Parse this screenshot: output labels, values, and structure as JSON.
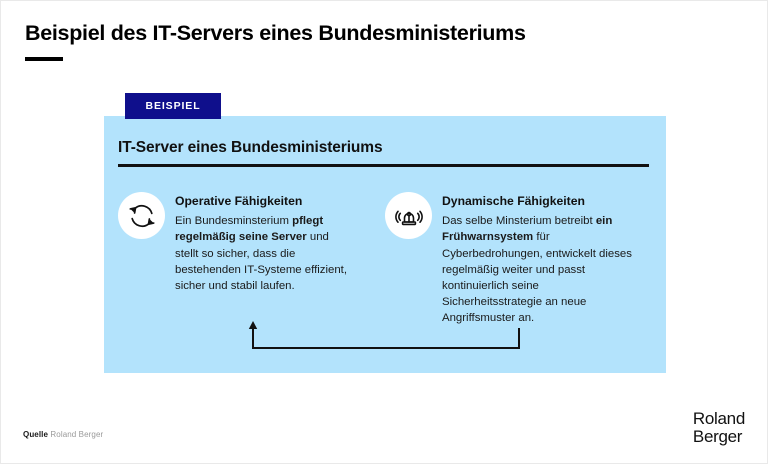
{
  "slide": {
    "title": "Beispiel des IT-Servers eines Bundesministeriums"
  },
  "badge": {
    "label": "BEISPIEL"
  },
  "panel": {
    "heading": "IT-Server eines Bundesministeriums",
    "background_color": "#b3e3fc",
    "capabilities": [
      {
        "icon": "sync-arrows-icon",
        "title": "Operative Fähigkeiten",
        "text_parts": [
          {
            "text": "Ein Bundesminsterium ",
            "bold": false
          },
          {
            "text": "pflegt regelmäßig seine Server",
            "bold": true
          },
          {
            "text": " und stellt so sicher, dass die bestehenden IT-Systeme effizient, sicher und stabil laufen.",
            "bold": false
          }
        ]
      },
      {
        "icon": "alarm-siren-icon",
        "title": "Dynamische Fähigkeiten",
        "text_parts": [
          {
            "text": "Das selbe Minsterium betreibt ",
            "bold": false
          },
          {
            "text": "ein Frühwarnsystem",
            "bold": true
          },
          {
            "text": " für Cyberbedrohungen, entwickelt dieses regelmäßig weiter und passt kontinuierlich seine Sicherheitsstrategie an neue Angriffsmuster an.",
            "bold": false
          }
        ]
      }
    ],
    "connector": {
      "name": "feedback-loop-arrow",
      "direction": "right-to-left-up"
    }
  },
  "footer": {
    "source_label": "Quelle",
    "source_value": "Roland Berger",
    "logo_line1": "Roland",
    "logo_line2": "Berger"
  },
  "colors": {
    "badge_navy": "#0f0f8c",
    "panel_blue": "#b3e3fc",
    "ink": "#111111",
    "muted": "#9a9a9a"
  }
}
